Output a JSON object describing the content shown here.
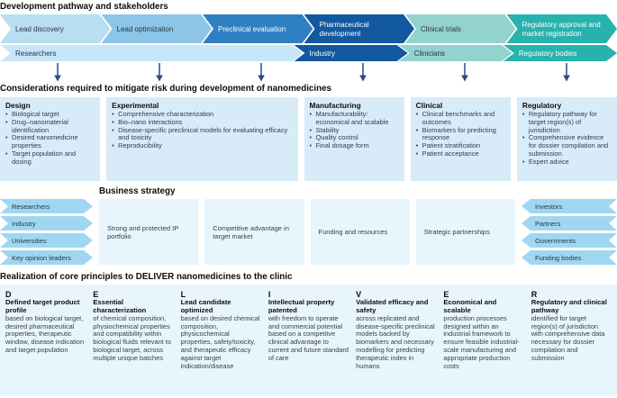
{
  "colors": {
    "arrow": "#2a4a80",
    "considerations_box": "#d7ebf8",
    "panel_box": "#e9f5fc",
    "actor_chevron": "#9fd7f3"
  },
  "pathway": {
    "heading": "Development pathway and stakeholders",
    "stages": [
      {
        "label": "Lead discovery",
        "bg": "#b9def2",
        "fg": "#2a3540"
      },
      {
        "label": "Lead optimization",
        "bg": "#8cc5e8",
        "fg": "#2a3540"
      },
      {
        "label": "Preclinical evaluation",
        "bg": "#2f80c3",
        "fg": "#ffffff"
      },
      {
        "label": "Pharmaceutical development",
        "bg": "#11589f",
        "fg": "#ffffff"
      },
      {
        "label": "Clinical trials",
        "bg": "#92d2cf",
        "fg": "#2a3540"
      },
      {
        "label": "Regulatory approval and market registration",
        "bg": "#28b2ae",
        "fg": "#ffffff"
      }
    ],
    "stakeholders": [
      {
        "label": "Researchers",
        "bg": "#c7e6f7",
        "fg": "#2a3540"
      },
      {
        "label": "Industry",
        "bg": "#11589f",
        "fg": "#ffffff"
      },
      {
        "label": "Clinicians",
        "bg": "#92d2cf",
        "fg": "#2a3540"
      },
      {
        "label": "Regulatory bodies",
        "bg": "#28b2ae",
        "fg": "#ffffff"
      }
    ]
  },
  "considerations": {
    "heading": "Considerations required to mitigate risk during development of nanomedicines",
    "boxes": [
      {
        "title": "Design",
        "items": [
          "Biological target",
          "Drug–nanomaterial identification",
          "Desired nanomedicine properties",
          "Target population and dosing"
        ]
      },
      {
        "title": "Experimental",
        "items": [
          "Comprehensive characterization",
          "Bio–nano interactions",
          "Disease-specific preclinical models for evaluating efficacy and toxicity",
          "Reproducibility"
        ]
      },
      {
        "title": "Manufacturing",
        "items": [
          "Manufacturability: economical and scalable",
          "Stability",
          "Quality control",
          "Final dosage form"
        ]
      },
      {
        "title": "Clinical",
        "items": [
          "Clinical benchmarks and outcomes",
          "Biomarkers for predicting response",
          "Patient stratification",
          "Patient acceptance"
        ]
      },
      {
        "title": "Regulatory",
        "items": [
          "Regulatory pathway for target region(s) of jurisdiction",
          "Comprehensive evidence for dossier compilation and submission",
          "Expert advice"
        ]
      }
    ]
  },
  "business": {
    "heading": "Business strategy",
    "left_actors": [
      "Researchers",
      "Industry",
      "Universities",
      "Key opinion leaders"
    ],
    "boxes": [
      "Strong and protected IP portfolio",
      "Competitive advantage in target market",
      "Funding and resources",
      "Strategic partnerships"
    ],
    "right_actors": [
      "Investors",
      "Partners",
      "Governments",
      "Funding bodies"
    ]
  },
  "deliver": {
    "heading": "Realization of core principles to DELIVER nanomedicines to the clinic",
    "columns": [
      {
        "letter": "D",
        "title": "Defined target product profile",
        "body": "based on biological target, desired pharmaceutical properties, therapeutic window, disease indication and target population"
      },
      {
        "letter": "E",
        "title": "Essential characterization",
        "body": "of chemical composition, physiochemical properties and compatibility within biological fluids relevant to biological target, across multiple unique batches"
      },
      {
        "letter": "L",
        "title": "Lead candidate optimized",
        "body": "based on desired chemical composition, physicochemical properties, safety/toxicity, and therapeutic efficacy against target indication/disease"
      },
      {
        "letter": "I",
        "title": "Intellectual property patented",
        "body": "with freedom to operate and commercial potential based on a competitve clinical advantage to current and future standard of care"
      },
      {
        "letter": "V",
        "title": "Validated efficacy and safety",
        "body": "across replicated and disease-specific preclinical models backed by biomarkers and necessary modelling for predicting therapeutic index in humans"
      },
      {
        "letter": "E",
        "title": "Economical and scalable",
        "body": "production processes designed within an industrial framework to ensure feasible industrial-scale manufacturing and appropriate production costs"
      },
      {
        "letter": "R",
        "title": "Regulatory and clinical pathway",
        "body": "identified for target region(s) of jurisdiction with comprehensive data necessary for dossier compilation and submission"
      }
    ]
  }
}
